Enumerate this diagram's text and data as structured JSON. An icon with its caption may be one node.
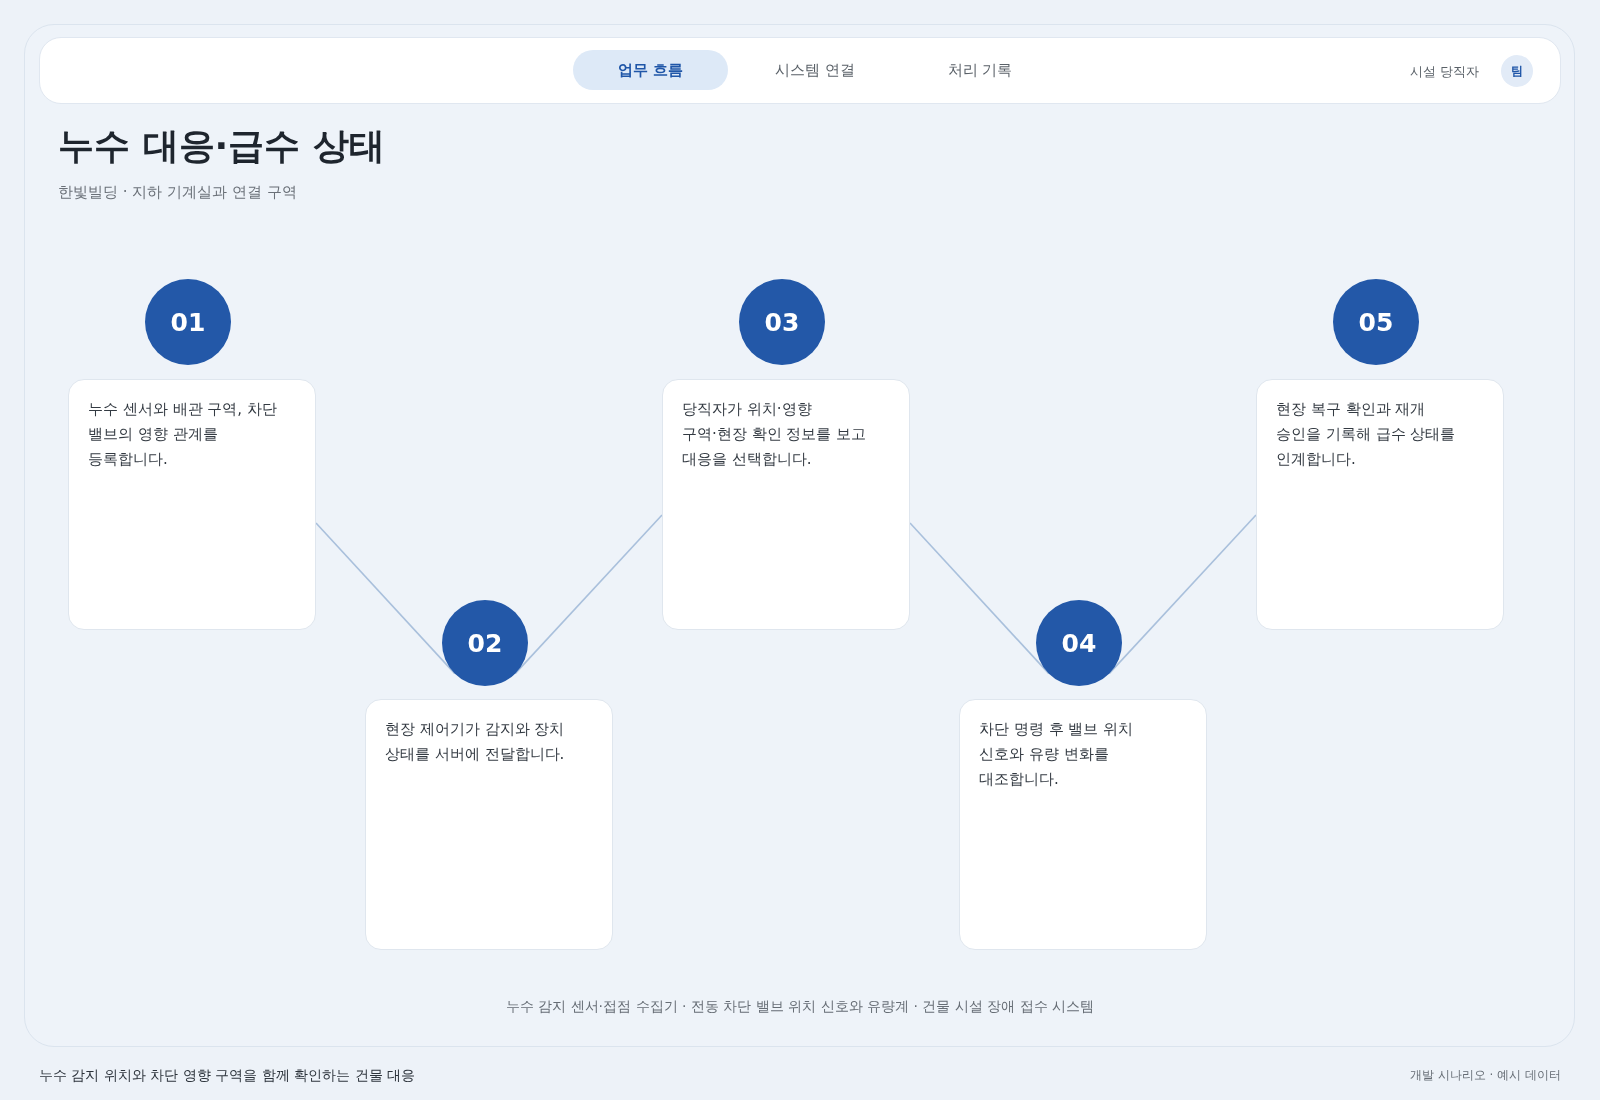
{
  "diagram": {
    "title": "누수 대응·급수 상태",
    "caption": "누수 감지 위치와 차단 영향 구역을 함께 확인하는 건물 대응",
    "nodes": [
      {
        "text": [
          "업무 흐름"
        ]
      },
      {
        "text": [
          "팀"
        ]
      },
      {
        "text": [
          "01"
        ]
      },
      {
        "text": [
          "누수 센서와 배관 구역, 차단 밸브의 영향 관계를 등록합니다."
        ]
      },
      {
        "text": [
          "02"
        ]
      },
      {
        "text": [
          "현장 제어기가 감지와 장치 상태를 서버에 전달합니다."
        ]
      },
      {
        "text": [
          "03"
        ]
      },
      {
        "text": [
          "당직자가 위치·영향 구역·현장 확인 정보를 보고 대응을 선택합니다."
        ]
      },
      {
        "text": [
          "04"
        ]
      },
      {
        "text": [
          "차단 명령 후 밸브 위치 신호와 유량 변화를 대조합니다."
        ]
      },
      {
        "text": [
          "05"
        ]
      },
      {
        "text": [
          "현장 복구 확인과 재개 승인을 기록해 급수 상태를 인계합니다."
        ]
      }
    ],
    "edges": [
      {
        "from": 3,
        "to": 4,
        "arrow": "none"
      },
      {
        "from": 4,
        "to": 7,
        "arrow": "none"
      },
      {
        "from": 7,
        "to": 8,
        "arrow": "none"
      },
      {
        "from": 8,
        "to": 11,
        "arrow": "none"
      }
    ],
    "labels": [
      "시스템 연결",
      "처리 기록",
      "시설 당직자",
      "한빛빌딩 · 지하 기계실과 연결 구역",
      "누수 감지 센서·접점 수집기 · 전동 차단 밸브 위치 신호와 유량계 · 건물 시설 장애 접수 시스템",
      "개발 시나리오 · 예시 데이터"
    ]
  }
}
